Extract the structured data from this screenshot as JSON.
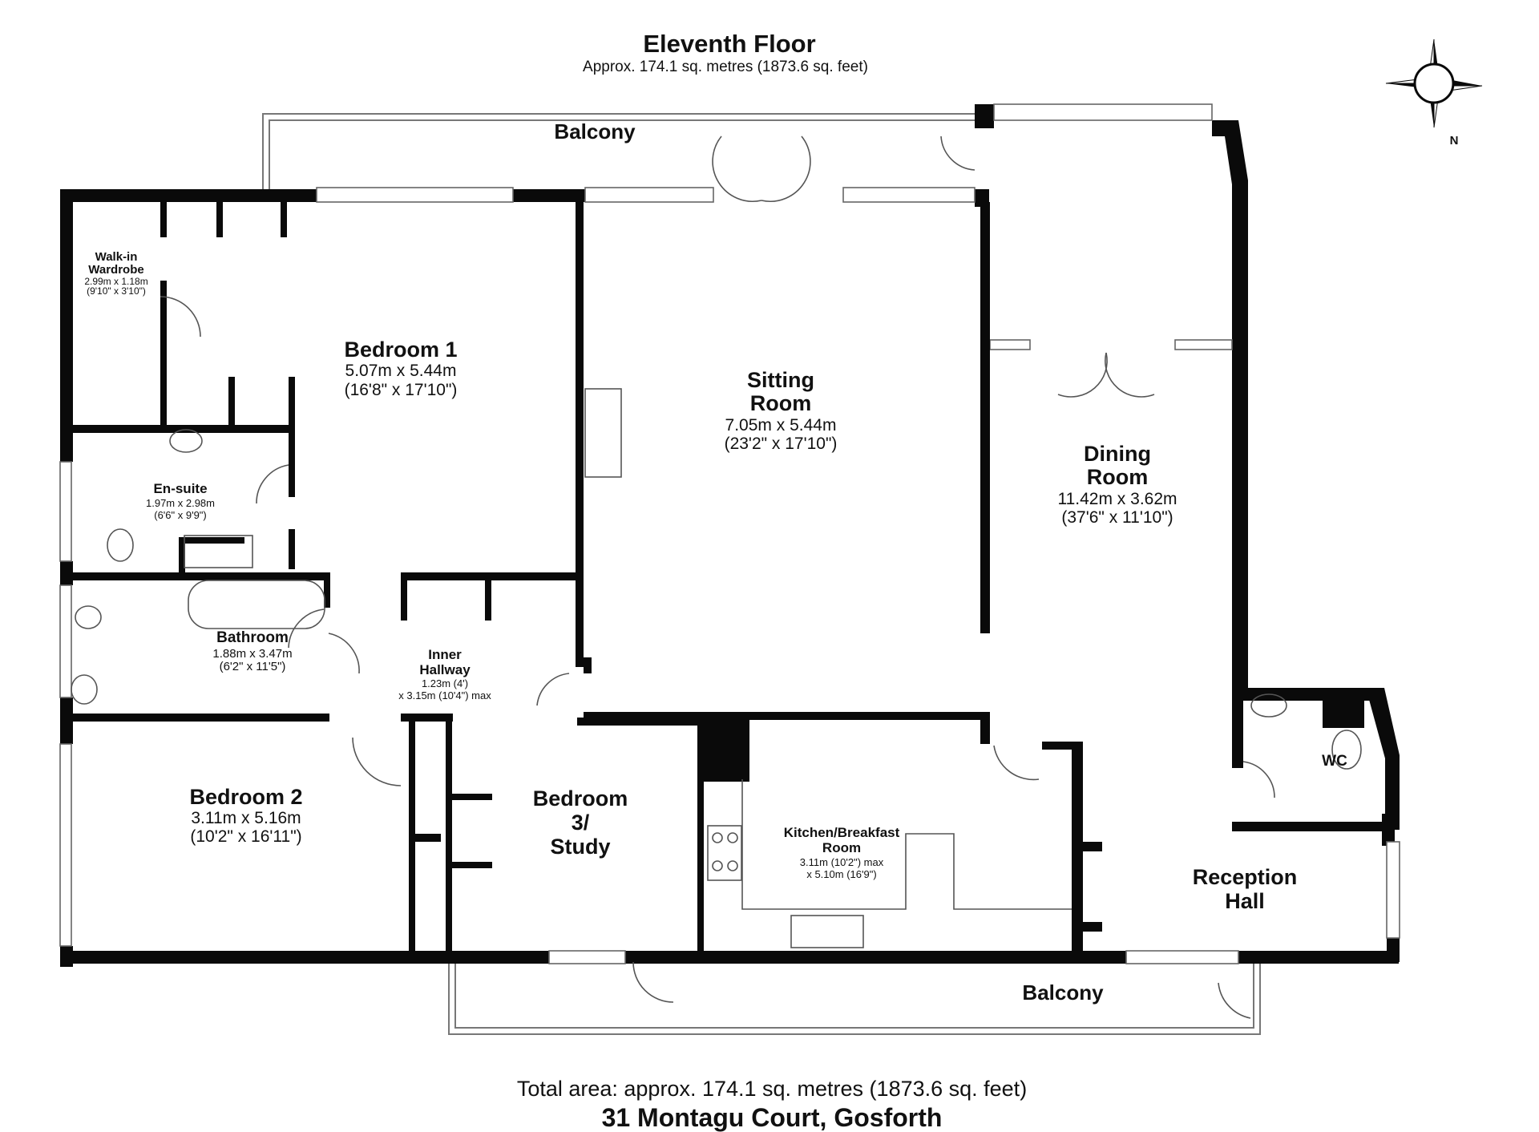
{
  "header": {
    "title": "Eleventh Floor",
    "subtitle": "Approx. 174.1 sq. metres (1873.6 sq. feet)"
  },
  "compass": {
    "label": "N"
  },
  "balconies": [
    {
      "label": "Balcony"
    },
    {
      "label": "Balcony"
    }
  ],
  "rooms": {
    "walkin_wardrobe": {
      "name_1": "Walk-in",
      "name_2": "Wardrobe",
      "dim_m": "2.99m x 1.18m",
      "dim_ft": "(9'10\" x 3'10\")"
    },
    "bedroom1": {
      "name": "Bedroom 1",
      "dim_m": "5.07m x 5.44m",
      "dim_ft": "(16'8\" x 17'10\")"
    },
    "sitting_room": {
      "name_1": "Sitting",
      "name_2": "Room",
      "dim_m": "7.05m x 5.44m",
      "dim_ft": "(23'2\" x 17'10\")"
    },
    "dining_room": {
      "name_1": "Dining",
      "name_2": "Room",
      "dim_m": "11.42m x 3.62m",
      "dim_ft": "(37'6\" x 11'10\")"
    },
    "ensuite": {
      "name": "En-suite",
      "dim_m": "1.97m x 2.98m",
      "dim_ft": "(6'6\" x 9'9\")"
    },
    "bathroom": {
      "name": "Bathroom",
      "dim_m": "1.88m x 3.47m",
      "dim_ft": "(6'2\" x 11'5\")"
    },
    "inner_hallway": {
      "name_1": "Inner",
      "name_2": "Hallway",
      "dim_1": "1.23m (4')",
      "dim_2": "x 3.15m (10'4\") max"
    },
    "bedroom2": {
      "name": "Bedroom 2",
      "dim_m": "3.11m x 5.16m",
      "dim_ft": "(10'2\" x 16'11\")"
    },
    "bedroom3": {
      "name_1": "Bedroom",
      "name_2": "3/",
      "name_3": "Study"
    },
    "kitchen": {
      "name_1": "Kitchen/Breakfast",
      "name_2": "Room",
      "dim_1": "3.11m (10'2\") max",
      "dim_2": "x 5.10m (16'9\")"
    },
    "wc": {
      "name": "WC"
    },
    "reception_hall": {
      "name_1": "Reception",
      "name_2": "Hall"
    }
  },
  "footer": {
    "total_area": "Total area: approx. 174.1 sq. metres (1873.6 sq. feet)",
    "address": "31 Montagu Court, Gosforth"
  },
  "colors": {
    "wall": "#0a0a0a",
    "line": "#666666",
    "background": "#ffffff"
  }
}
